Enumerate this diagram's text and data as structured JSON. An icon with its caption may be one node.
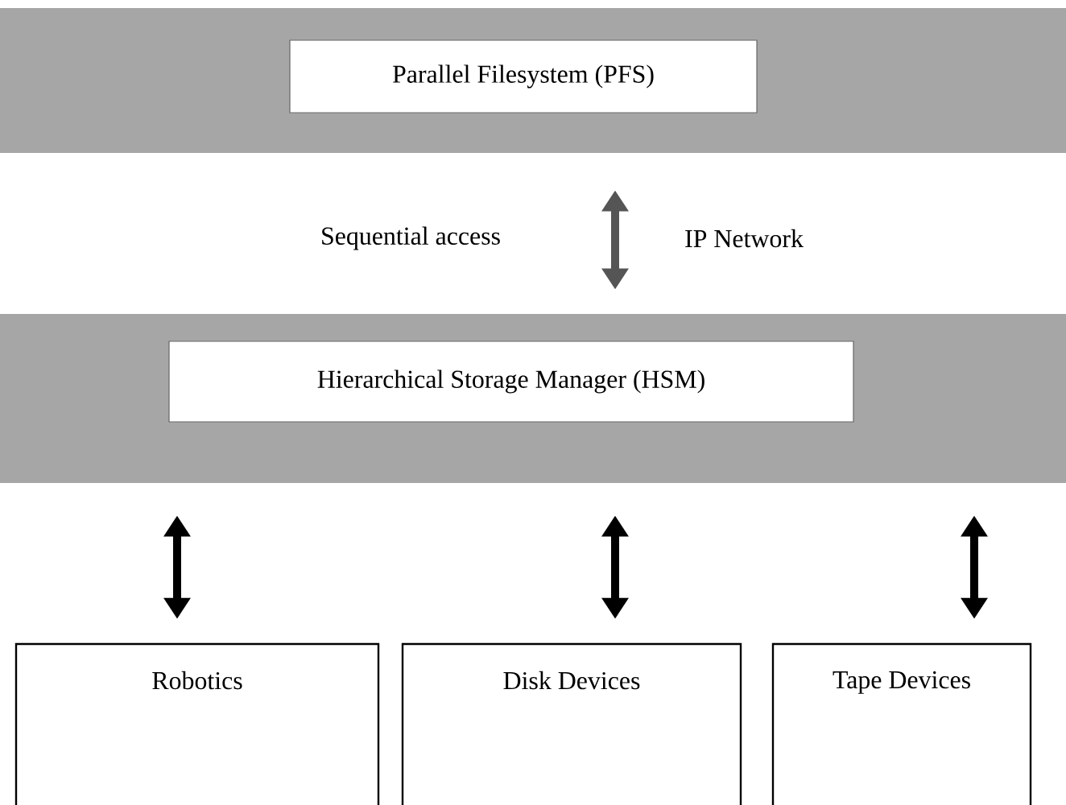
{
  "diagram": {
    "nodes": [
      {
        "text": [],
        "shape": "bar"
      },
      {
        "text": [
          "Parallel Filesystem (PFS)"
        ],
        "in": 0
      },
      {
        "text": [],
        "shape": "bar"
      },
      {
        "text": [
          "Hierarchical Storage Manager (HSM)"
        ],
        "in": 2
      },
      {
        "text": [
          "Robotics"
        ]
      },
      {
        "text": [
          "Disk Devices"
        ]
      },
      {
        "text": [
          "Tape Devices"
        ]
      }
    ],
    "edges": [
      {
        "from": 0,
        "to": 2,
        "arrow": "both",
        "color": "#555555"
      },
      {
        "from": 2,
        "to": 4,
        "arrow": "both"
      },
      {
        "from": 2,
        "to": 5,
        "arrow": "both"
      },
      {
        "from": 2,
        "to": 6,
        "arrow": "both"
      }
    ],
    "labels": [
      "Sequential access",
      "IP Network"
    ]
  }
}
